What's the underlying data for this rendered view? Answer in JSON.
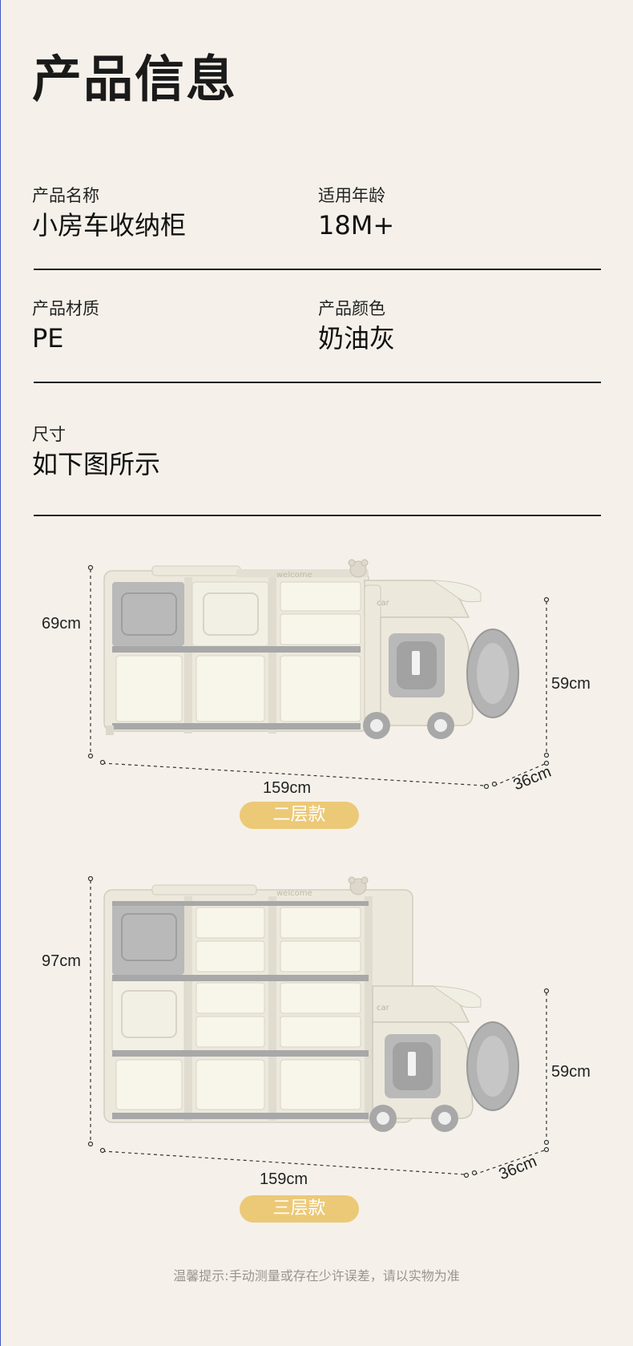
{
  "page_title": "产品信息",
  "fields": {
    "name": {
      "label": "产品名称",
      "value": "小房车收纳柜"
    },
    "age": {
      "label": "适用年龄",
      "value": "18M+"
    },
    "material": {
      "label": "产品材质",
      "value": "PE"
    },
    "color": {
      "label": "产品颜色",
      "value": "奶油灰"
    },
    "size": {
      "label": "尺寸",
      "value": "如下图所示"
    }
  },
  "products": [
    {
      "badge": "二层款",
      "height_left": "69cm",
      "height_right": "59cm",
      "width": "159cm",
      "depth": "36cm",
      "cabinet_text": "welcome",
      "car_text": "car"
    },
    {
      "badge": "三层款",
      "height_left": "97cm",
      "height_right": "59cm",
      "width": "159cm",
      "depth": "36cm",
      "cabinet_text": "welcome",
      "car_text": "car"
    }
  ],
  "note": "温馨提示:手动测量或存在少许误差，请以实物为准",
  "colors": {
    "background": "#f5f1ea",
    "badge": "#ecc977",
    "cabinet": "#efece1",
    "gray": "#a8a8a8",
    "bin": "#f7f4e8"
  }
}
